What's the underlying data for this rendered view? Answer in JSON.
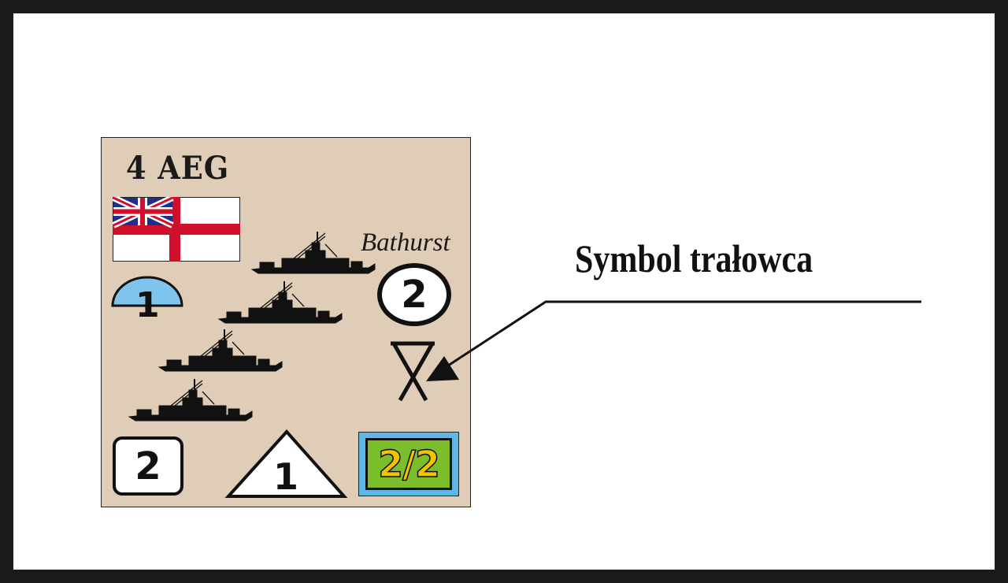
{
  "counter": {
    "unit_title": "4 AEG",
    "ship_class": "Bathurst",
    "flag_icon": "white-ensign-flag",
    "semicircle_value": "1",
    "semicircle_color": "#7ec4ec",
    "circle_value": "2",
    "box_value": "2",
    "triangle_value": "1",
    "attack_value": "2/2",
    "attack_outer_color": "#5fb7e8",
    "attack_inner_color": "#7bbd2a",
    "attack_text_color": "#f2c400",
    "background_color": "#e0cdb7",
    "minesweeper_icon": "minesweeper-symbol-icon",
    "ship_icons": [
      "minesweeper-ship-icon",
      "minesweeper-ship-icon",
      "minesweeper-ship-icon",
      "minesweeper-ship-icon"
    ]
  },
  "annotation": {
    "label": "Symbol trałowca"
  }
}
